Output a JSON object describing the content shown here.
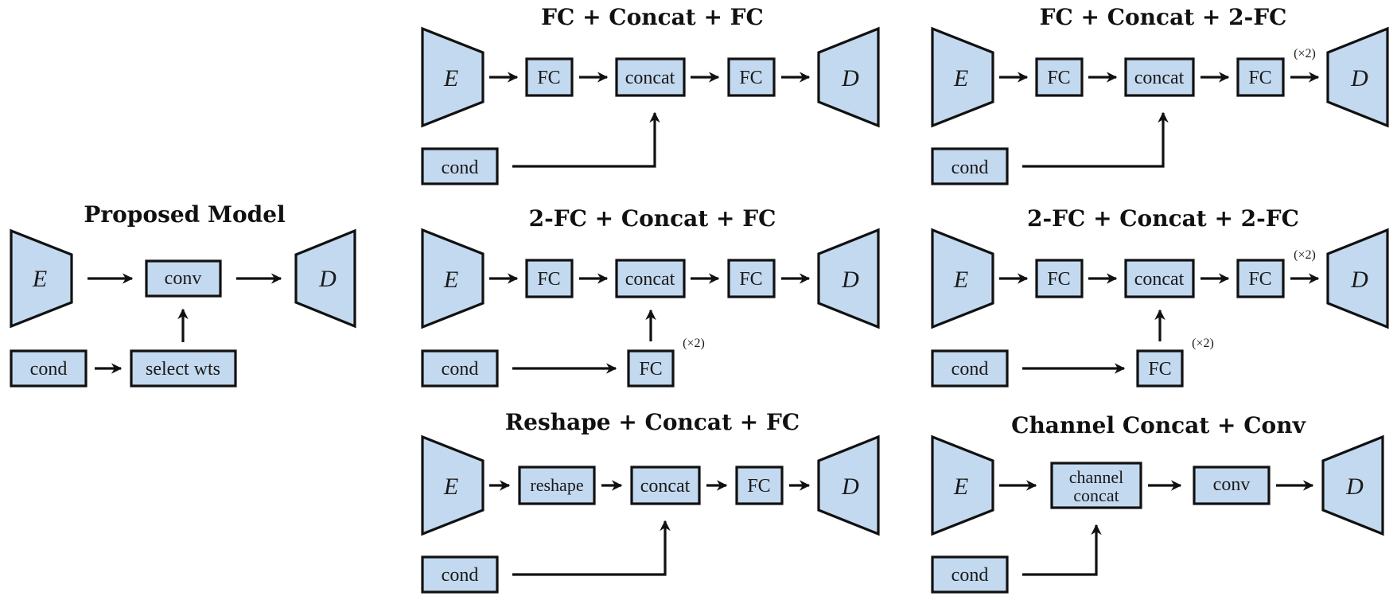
{
  "panels": [
    {
      "id": "proposed",
      "title": "Proposed Model",
      "encoder": "E",
      "decoder": "D",
      "middle": "conv",
      "cond": "cond",
      "aux": "select wts"
    },
    {
      "id": "fc-concat-fc",
      "title": "FC + Concat + FC",
      "encoder": "E",
      "decoder": "D",
      "pre": "FC",
      "concat": "concat",
      "post": "FC",
      "cond": "cond"
    },
    {
      "id": "fc-concat-2fc",
      "title": "FC + Concat + 2-FC",
      "encoder": "E",
      "decoder": "D",
      "pre": "FC",
      "concat": "concat",
      "post": "FC",
      "post_multiplier": "(×2)",
      "cond": "cond"
    },
    {
      "id": "2fc-concat-fc",
      "title": "2-FC + Concat + FC",
      "encoder": "E",
      "decoder": "D",
      "pre": "FC",
      "concat": "concat",
      "post": "FC",
      "cond": "cond",
      "cond_fc": "FC",
      "cond_fc_multiplier": "(×2)"
    },
    {
      "id": "2fc-concat-2fc",
      "title": "2-FC + Concat + 2-FC",
      "encoder": "E",
      "decoder": "D",
      "pre": "FC",
      "concat": "concat",
      "post": "FC",
      "post_multiplier": "(×2)",
      "cond": "cond",
      "cond_fc": "FC",
      "cond_fc_multiplier": "(×2)"
    },
    {
      "id": "reshape-concat-fc",
      "title": "Reshape + Concat + FC",
      "encoder": "E",
      "decoder": "D",
      "pre": "reshape",
      "concat": "concat",
      "post": "FC",
      "cond": "cond"
    },
    {
      "id": "channel-concat-conv",
      "title": "Channel Concat + Conv",
      "encoder": "E",
      "decoder": "D",
      "concat_line1": "channel",
      "concat_line2": "concat",
      "post": "conv",
      "cond": "cond"
    }
  ]
}
